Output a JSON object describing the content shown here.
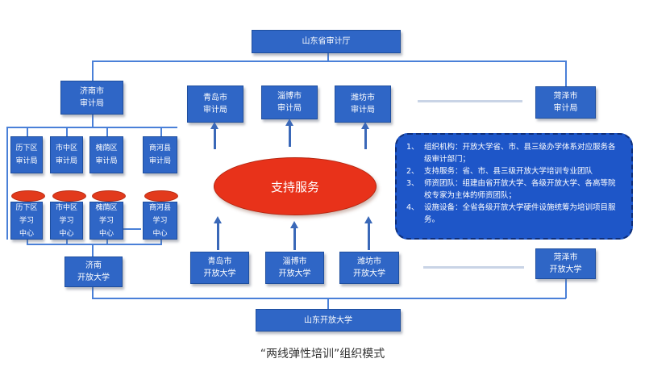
{
  "top": {
    "province_audit": "山东省审计厅"
  },
  "bottom": {
    "open_university": "山东开放大学"
  },
  "audit_bureaus": {
    "jinan": [
      "济南市",
      "审计局"
    ],
    "qingdao": [
      "青岛市",
      "审计局"
    ],
    "zibo": [
      "淄博市",
      "审计局"
    ],
    "weifang": [
      "潍坊市",
      "审计局"
    ],
    "heze": [
      "菏泽市",
      "审计局"
    ]
  },
  "district_bureaus": [
    [
      "历下区",
      "审计局"
    ],
    [
      "市中区",
      "审计局"
    ],
    [
      "槐荫区",
      "审计局"
    ],
    [
      "商河县",
      "审计局"
    ]
  ],
  "learning_centers": [
    [
      "历下区",
      "学习",
      "中心"
    ],
    [
      "市中区",
      "学习",
      "中心"
    ],
    [
      "槐荫区",
      "学习",
      "中心"
    ],
    [
      "商河县",
      "学习",
      "中心"
    ]
  ],
  "open_universities": {
    "jinan": [
      "济南",
      "开放大学"
    ],
    "qingdao": [
      "青岛市",
      "开放大学"
    ],
    "zibo": [
      "淄博市",
      "开放大学"
    ],
    "weifang": [
      "潍坊市",
      "开放大学"
    ],
    "heze": [
      "菏泽市",
      "开放大学"
    ]
  },
  "center": {
    "support": "支持服务"
  },
  "info_items": [
    {
      "num": "1、",
      "text": "组织机构：开放大学省、市、县三级办学体系对应服务各级审计部门；"
    },
    {
      "num": "2、",
      "text": "支持服务：省、市、县三级开放大学培训专业团队"
    },
    {
      "num": "3、",
      "text": "师资团队：组建由省开放大学、各级开放大学、各高等院校专家为主体的师资团队；"
    },
    {
      "num": "4、",
      "text": "设施设备：全省各级开放大学硬件设施统筹为培训项目服务。"
    }
  ],
  "caption": "“两线弹性培训”组织模式",
  "colors": {
    "box": "#2f66c6",
    "connector": "#4a80d8",
    "ellipse": "#e8321a",
    "info_box": "#1e56c8"
  }
}
